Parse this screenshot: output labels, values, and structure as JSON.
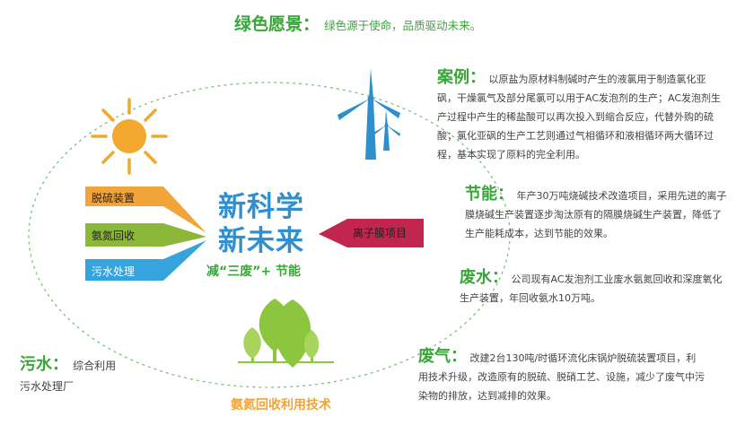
{
  "vision": {
    "title": "绿色愿景",
    "colon": "：",
    "text": "绿色源于使命，品质驱动未来。"
  },
  "cases": {
    "title": "案例",
    "colon": "：",
    "text": "以原盐为原材料制碱时产生的液氯用于制造氯化亚砜，干燥氯气及部分尾氯可以用于AC发泡剂的生产；AC发泡剂生产过程中产生的稀盐酸可以再次投入到缩合反应，代替外购的硫酸；氯化亚砜的生产工艺则通过气相循环和液相循环两大循环过程，基本实现了原料的完全利用。"
  },
  "energy": {
    "title": "节能",
    "colon": "：",
    "text": "年产30万吨烧碱技术改造项目，采用先进的离子膜烧碱生产装置逐步淘汰原有的隔膜烧碱生产装置，降低了生产能耗成本，达到节能的效果。"
  },
  "wastewater": {
    "title": "废水",
    "colon": "：",
    "text": "公司现有AC发泡剂工业废水氨氮回收和深度氧化生产装置，年回收氨水10万吨。"
  },
  "wastegas": {
    "title": "废气",
    "colon": "：",
    "text": "改建2台130吨/时循环流化床锅炉脱硫装置项目，利用技术升级，改造原有的脱硫、脱硝工艺、设施，减少了废气中污染物的排放，达到减排的效果。"
  },
  "sewage": {
    "title": "污水",
    "colon": "：",
    "line1": "综合利用",
    "line2": "污水处理厂"
  },
  "center": {
    "line1": "新科学",
    "line2": "新未来",
    "subtitle": "减“三废”+ 节能"
  },
  "tags": {
    "desulfurization": "脱硫装置",
    "ammonia": "氨氮回收",
    "sewage_treatment": "污水处理",
    "membrane": "离子膜项目"
  },
  "tree_caption": "氨氮回收利用技术",
  "colors": {
    "green": "#3aa53a",
    "blue": "#2f8fd0",
    "orange": "#f0a43a",
    "olive": "#8cb83a",
    "sky": "#35a4dc",
    "crimson": "#c0264e",
    "turbine": "#2e8fcc",
    "sun": "#f2a82e",
    "tree": "#8cc63e"
  }
}
